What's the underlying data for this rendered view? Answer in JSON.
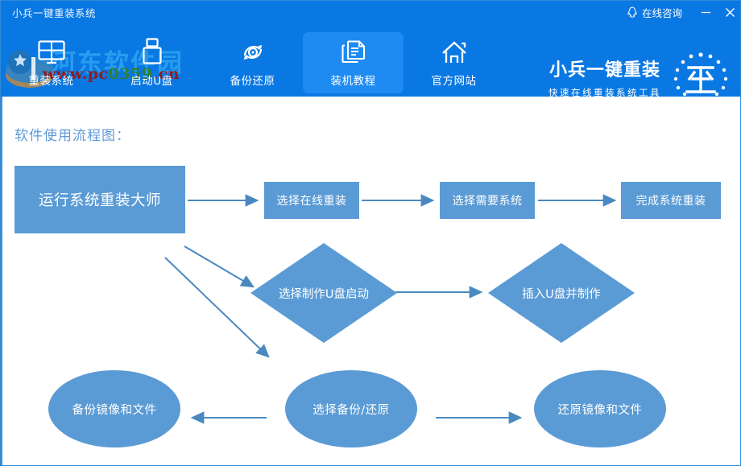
{
  "window": {
    "title": "小兵一键重装系统",
    "consult_label": "在线咨询",
    "minimize_label": "—",
    "close_label": "✕",
    "titlebar_color": "#0a78e3"
  },
  "nav": {
    "items": [
      {
        "label": "重装系统",
        "icon": "monitor-icon",
        "active": false
      },
      {
        "label": "启动U盘",
        "icon": "usb-drive-icon",
        "active": false
      },
      {
        "label": "备份还原",
        "icon": "restore-circular-arrows-icon",
        "active": false
      },
      {
        "label": "装机教程",
        "icon": "documents-icon",
        "active": true
      },
      {
        "label": "官方网站",
        "icon": "home-icon",
        "active": false
      }
    ],
    "active_bg": "#1e8bf2"
  },
  "brand": {
    "name": "小兵一键重装",
    "tagline": "快速在线重装系统工具",
    "logo_char": "兵"
  },
  "watermark": {
    "site_name": "河东软件园",
    "url_prefix": "www.pc",
    "url_digits": "0359",
    "url_suffix": ".cn",
    "url_color": "#8e1d1d"
  },
  "main": {
    "heading": "软件使用流程图："
  },
  "flowchart": {
    "shape_fill": "#5b9bd5",
    "arrow_color": "#4a89c0",
    "nodes": [
      {
        "id": "n1",
        "label": "运行系统重装大师",
        "shape": "rect"
      },
      {
        "id": "n2",
        "label": "选择在线重装",
        "shape": "rect"
      },
      {
        "id": "n3",
        "label": "选择需要系统",
        "shape": "rect"
      },
      {
        "id": "n4",
        "label": "完成系统重装",
        "shape": "rect"
      },
      {
        "id": "n5",
        "label": "选择制作U盘启动",
        "shape": "diamond"
      },
      {
        "id": "n6",
        "label": "插入U盘并制作",
        "shape": "diamond"
      },
      {
        "id": "n7",
        "label": "备份镜像和文件",
        "shape": "ellipse"
      },
      {
        "id": "n8",
        "label": "选择备份/还原",
        "shape": "ellipse"
      },
      {
        "id": "n9",
        "label": "还原镜像和文件",
        "shape": "ellipse"
      }
    ],
    "edges": [
      {
        "from": "n1",
        "to": "n2"
      },
      {
        "from": "n2",
        "to": "n3"
      },
      {
        "from": "n3",
        "to": "n4"
      },
      {
        "from": "n1",
        "to": "n5"
      },
      {
        "from": "n5",
        "to": "n6"
      },
      {
        "from": "n1",
        "to": "n8"
      },
      {
        "from": "n8",
        "to": "n7"
      },
      {
        "from": "n8",
        "to": "n9"
      }
    ]
  }
}
